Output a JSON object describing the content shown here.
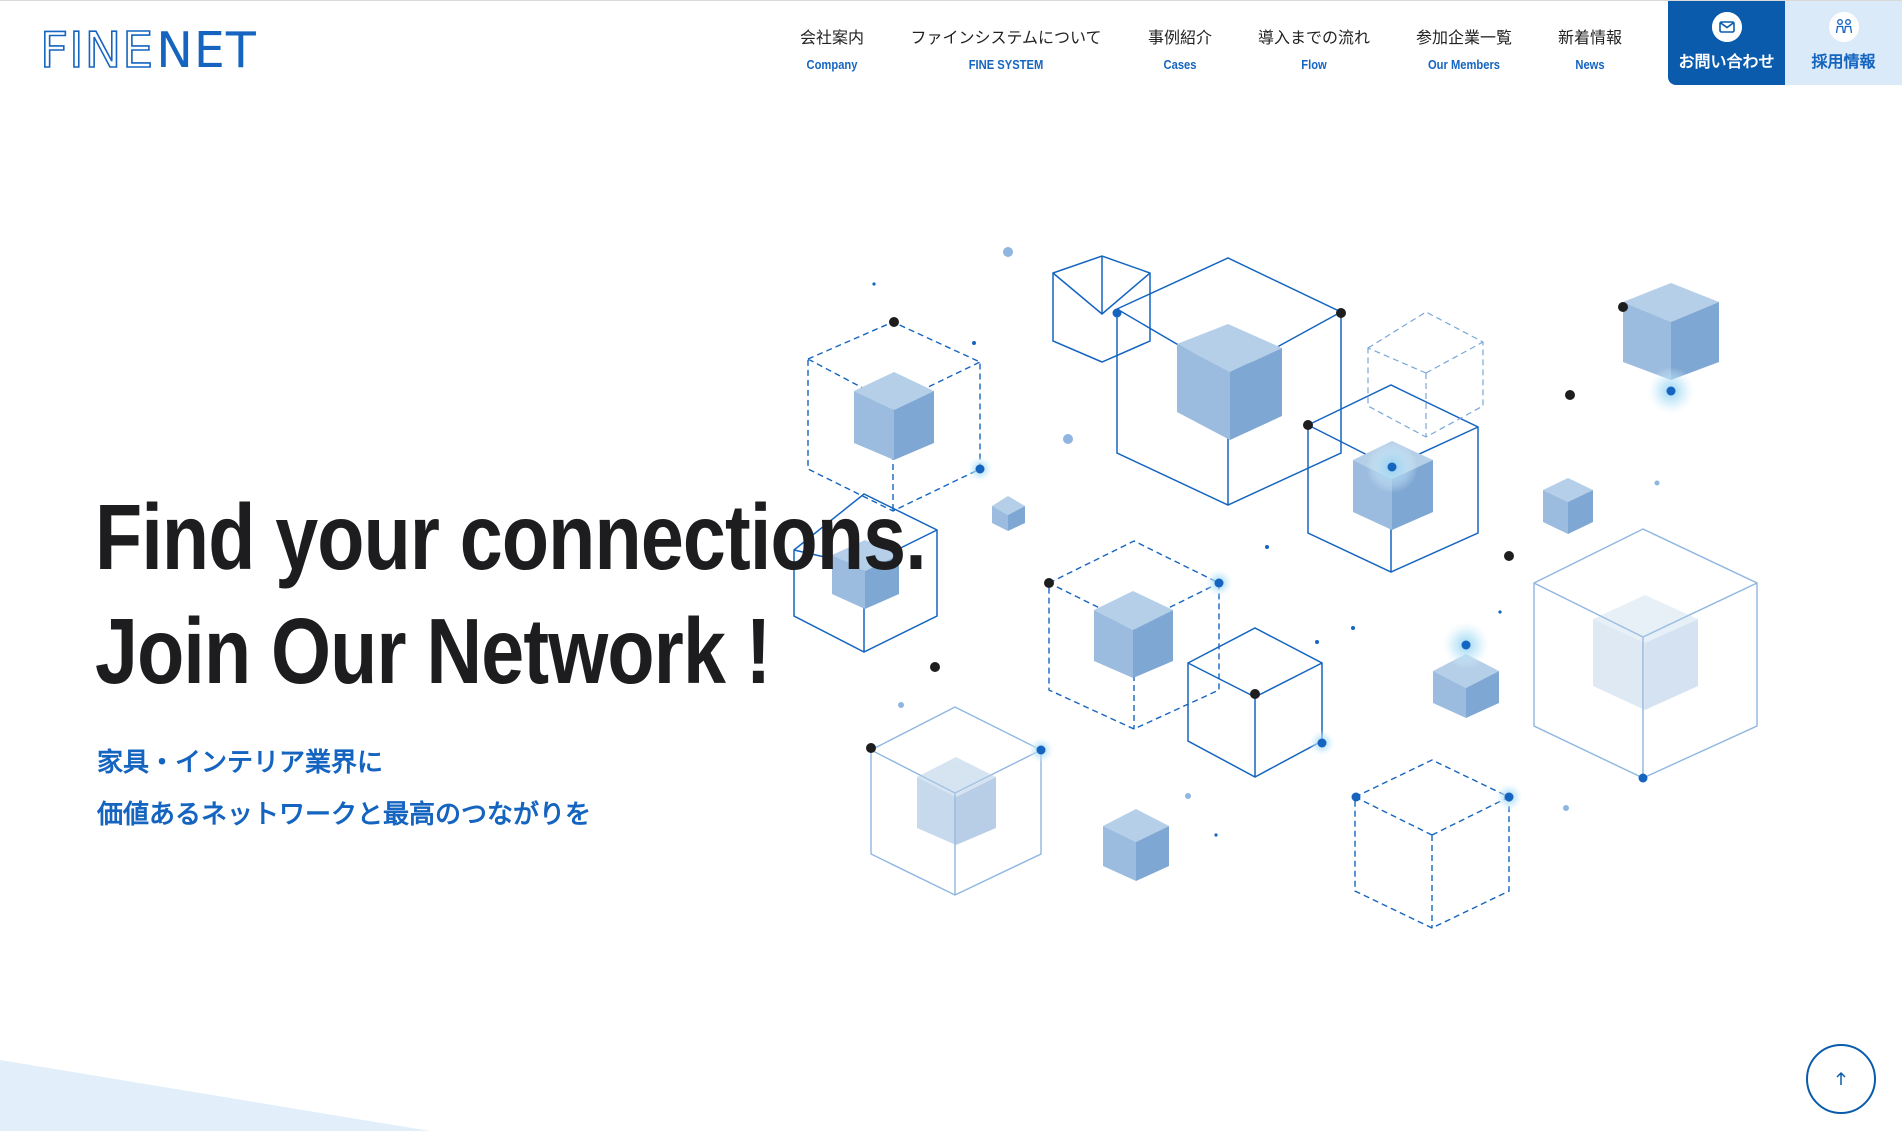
{
  "logo": {
    "part1": "FINE",
    "part2": "NET"
  },
  "nav": [
    {
      "jp": "会社案内",
      "en": "Company"
    },
    {
      "jp": "ファインシステムについて",
      "en": "FINE SYSTEM"
    },
    {
      "jp": "事例紹介",
      "en": "Cases"
    },
    {
      "jp": "導入までの流れ",
      "en": "Flow"
    },
    {
      "jp": "参加企業一覧",
      "en": "Our Members"
    },
    {
      "jp": "新着情報",
      "en": "News"
    }
  ],
  "buttons": {
    "contact": "お問い合わせ",
    "recruit": "採用情報"
  },
  "hero": {
    "line1": "Find your connections.",
    "line2": "Join Our Network !",
    "sub1": "家具・インテリア業界に",
    "sub2": "価値あるネットワークと最高のつながりを"
  },
  "colors": {
    "brand": "#1565c0",
    "brand_dark": "#0a5bab",
    "light": "#dbeaf8"
  },
  "icons": {
    "contact": "mail-icon",
    "recruit": "people-icon",
    "scroll": "arrow-up-icon"
  }
}
